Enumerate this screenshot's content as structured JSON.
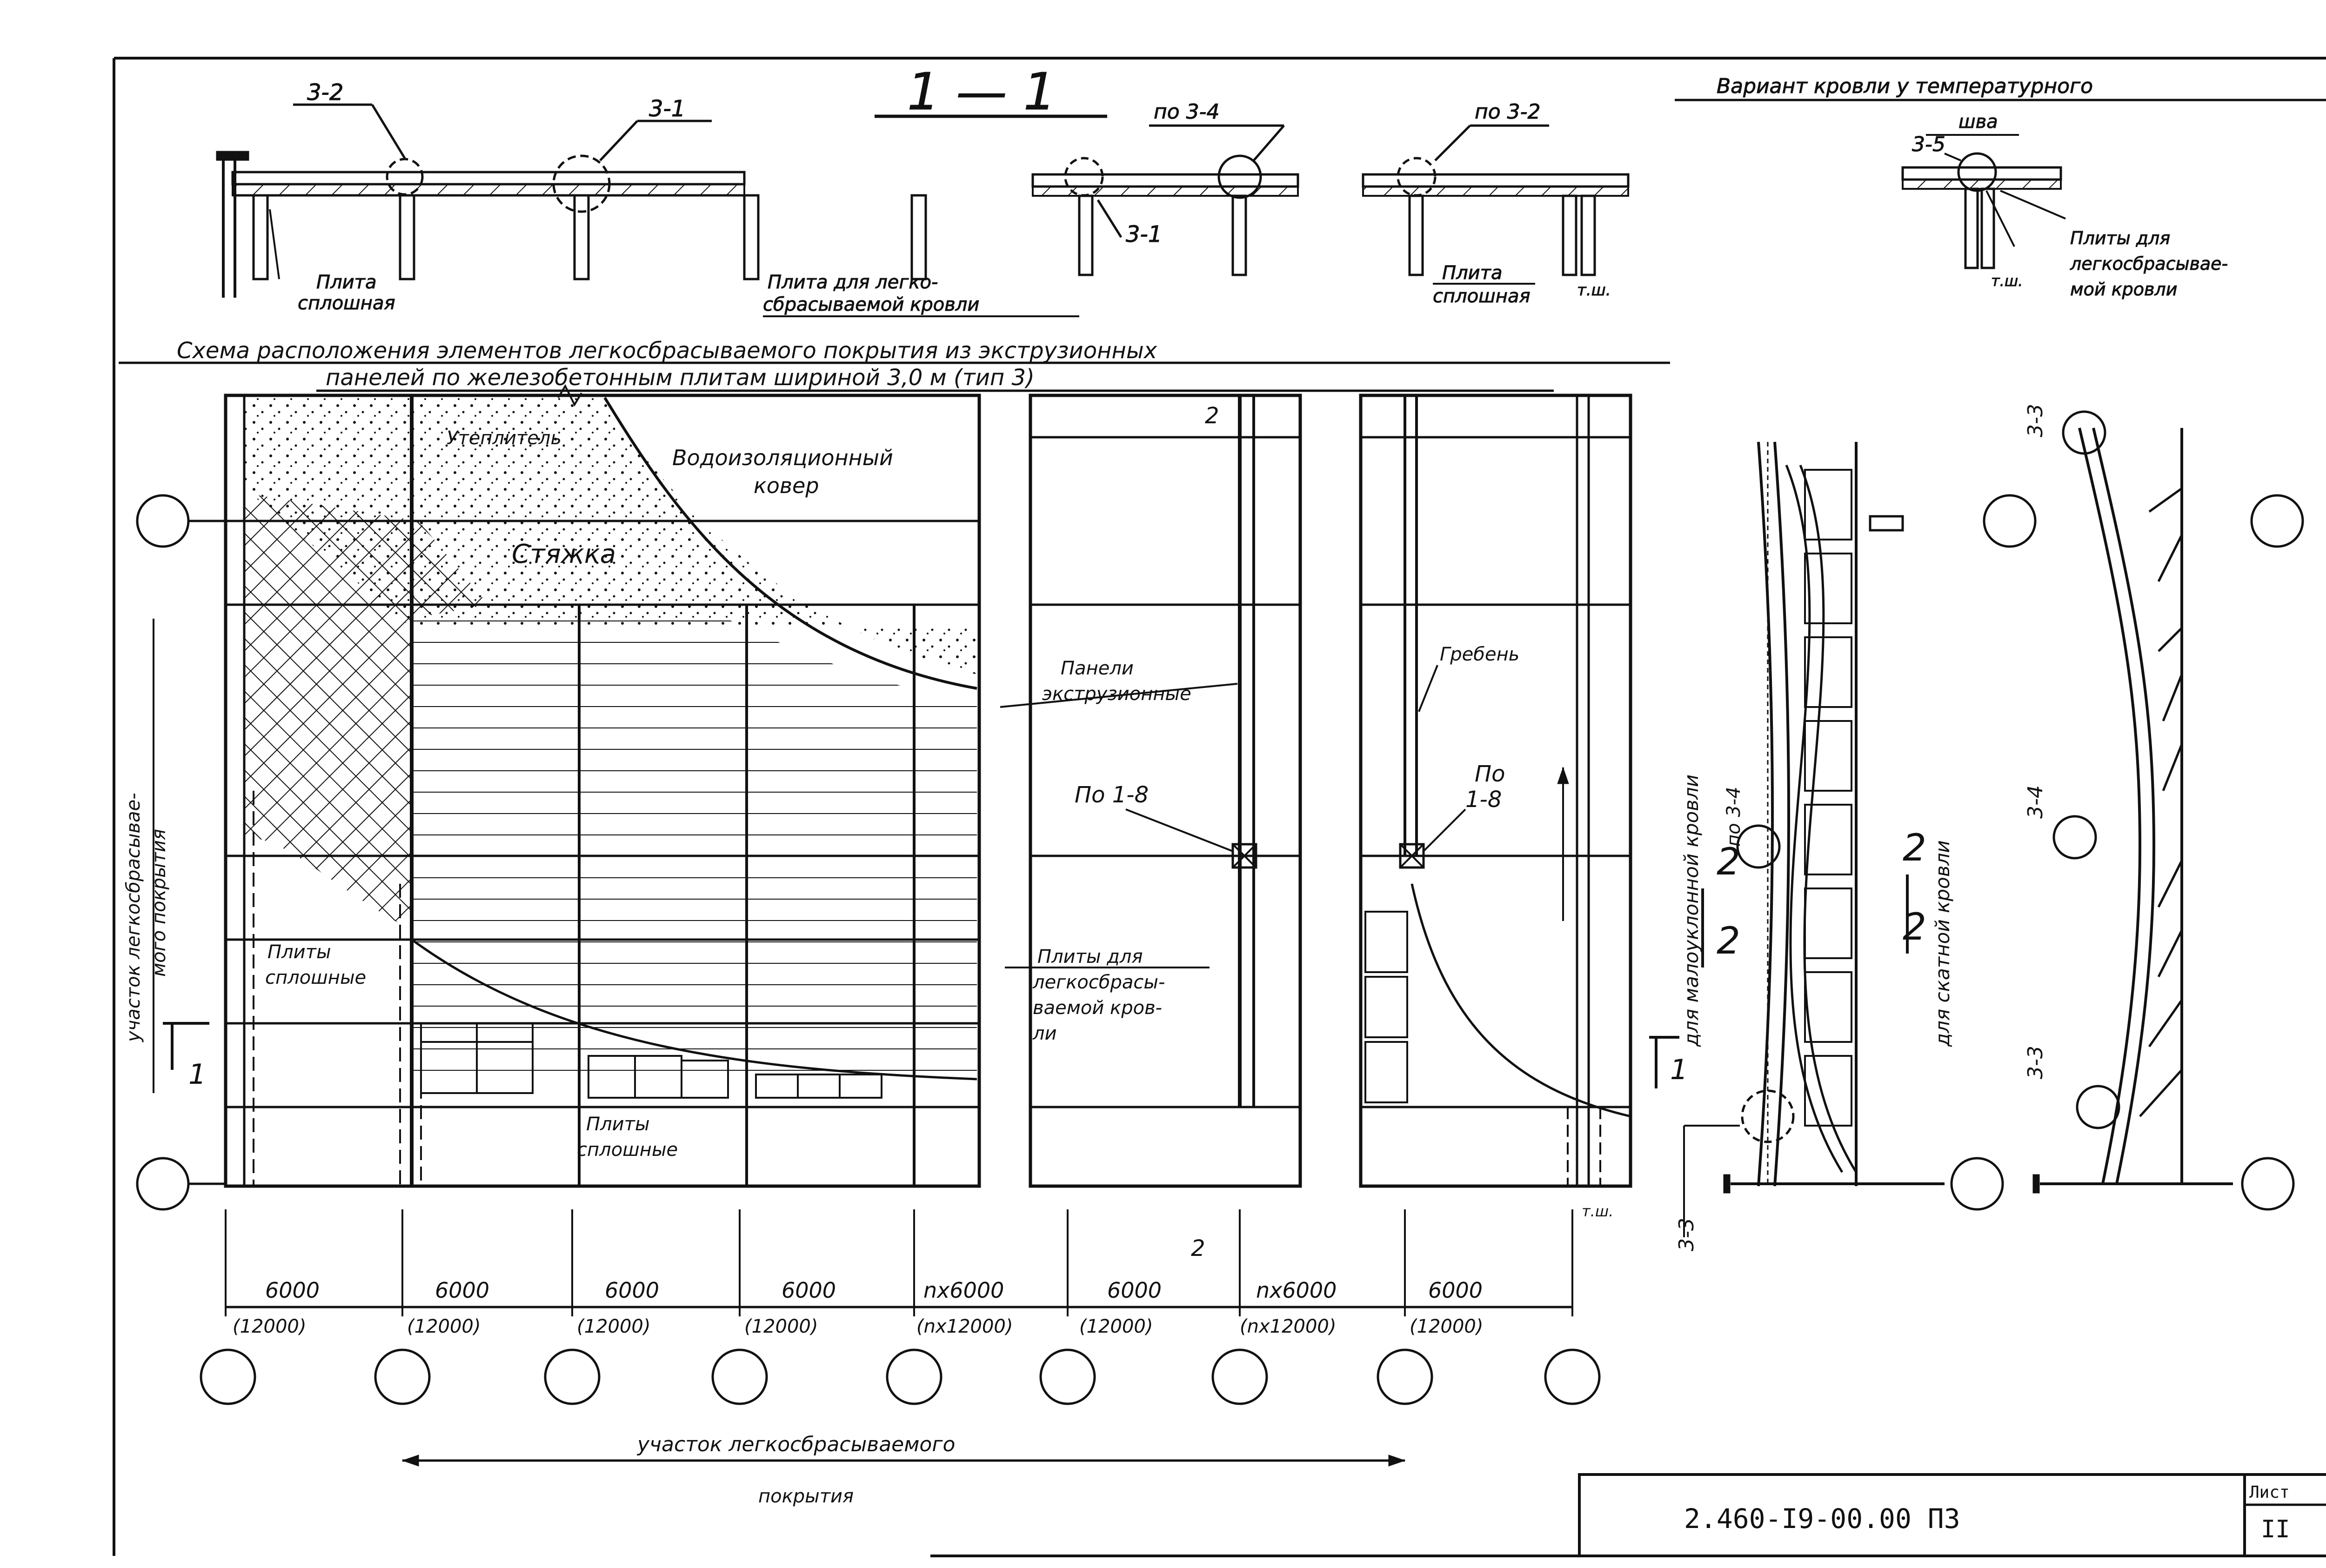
{
  "section_top": {
    "title": "1 — 1",
    "callouts": [
      "3-2",
      "3-1",
      "по 3-4",
      "по 3-2",
      "3-1"
    ],
    "label_plate_solid_1": "Плита",
    "label_plate_solid_2": "сплошная",
    "label_light_1": "Плита для легко-",
    "label_light_2": "сбрасываемой кровли",
    "label_plate_solid2_1": "Плита",
    "label_plate_solid2_2": "сплошная",
    "tsh": "т.ш."
  },
  "variant": {
    "title": "Вариант кровли у температурного",
    "title2": "шва",
    "callout": "3-5",
    "tsh": "т.ш.",
    "label_1": "Плиты для",
    "label_2": "легкосбрасывае-",
    "label_3": "мой кровли"
  },
  "scheme": {
    "title1": "Схема расположения элементов легкосбрасываемого покрытия из экструзионных",
    "title2": "панелей по железобетонным плитам шириной 3,0 м (тип 3)",
    "insulation": "Утеплитель",
    "waterproof_1": "Водоизоляционный",
    "waterproof_2": "ковер",
    "screed": "Стяжка",
    "panels_1": "Панели",
    "panels_2": "экструзионные",
    "ref_1": "По 1-8",
    "ref_2a": "По",
    "ref_2b": "1-8",
    "ridge": "Гребень",
    "solid_left_1": "Плиты",
    "solid_left_2": "сплошные",
    "solid_bottom_1": "Плиты",
    "solid_bottom_2": "сплошные",
    "light_1": "Плиты для",
    "light_2": "легкосбрасы-",
    "light_3": "ваемой кров-",
    "light_4": "ли",
    "vert_1": "участок легкосбрасывае-",
    "vert_2": "мого покрытия",
    "cut_num": "1",
    "cut2_top": "2",
    "cut2_bottom": "2",
    "tsh": "т.ш."
  },
  "dimensions": {
    "top": [
      "6000",
      "6000",
      "6000",
      "6000",
      "nх6000",
      "6000",
      "nх6000",
      "6000"
    ],
    "bottom": [
      "(12000)",
      "(12000)",
      "(12000)",
      "(12000)",
      "(nх12000)",
      "(12000)",
      "(nх12000)",
      "(12000)"
    ],
    "area_label_1": "участок легкосбрасываемого",
    "area_label_2": "покрытия"
  },
  "sections_22": {
    "left_num_top": "2",
    "left_num_bottom": "2",
    "left_caption": "для малоуклонной кровли",
    "left_callout_top": "по 3-4",
    "left_callout_bottom": "3-3",
    "left_cut": "1",
    "right_num_top": "2",
    "right_num_bottom": "2",
    "right_caption": "для скатной кровли",
    "right_callout_top": "3-3",
    "right_callout_mid": "3-4",
    "right_callout_bottom": "3-3"
  },
  "stamp": {
    "code": "2.460-I9-00.00 ПЗ",
    "sheet_label": "Лист",
    "sheet_number": "II"
  }
}
